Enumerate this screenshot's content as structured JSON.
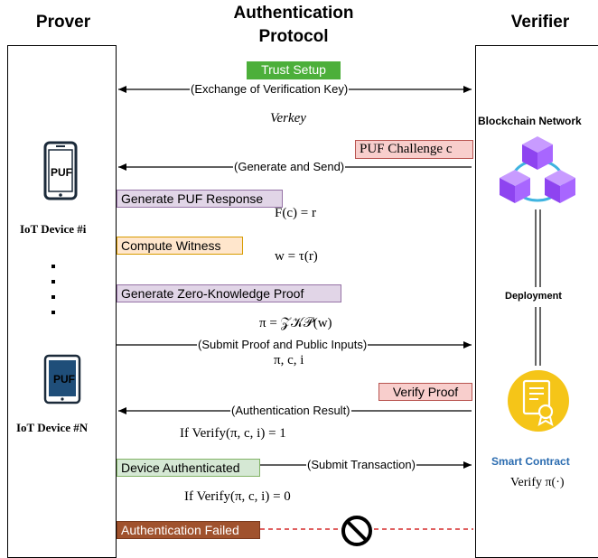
{
  "headers": {
    "prover": "Prover",
    "protocol_line1": "Authentication",
    "protocol_line2": "Protocol",
    "verifier": "Verifier"
  },
  "steps": {
    "trust_setup": "Trust Setup",
    "exchange_key": "(Exchange of Verification Key)",
    "verkey": "Verkey",
    "puf_challenge": "PUF Challenge c",
    "generate_send": "(Generate and Send)",
    "gen_puf_response": "Generate PUF Response",
    "f_c_eq_r": "F(c) = r",
    "compute_witness": "Compute Witness",
    "w_eq_tau": "w = τ(r)",
    "gen_zkp": "Generate Zero-Knowledge Proof",
    "pi_eq_zkp": "π = 𝒵𝒦𝒫(w)",
    "submit_proof": "(Submit Proof and Public Inputs)",
    "pi_c_i": "π, c, i",
    "verify_proof": "Verify Proof",
    "auth_result": "(Authentication Result)",
    "if_verify_1": "If Verify(π, c, i) = 1",
    "device_authenticated": "Device Authenticated",
    "submit_transaction": "(Submit Transaction)",
    "if_verify_0": "If Verify(π, c, i) = 0",
    "auth_failed": "Authentication Failed"
  },
  "prover_side": {
    "device_i_label": "IoT Device #i",
    "device_n_label": "IoT Device #N",
    "puf_chip_label": "PUF",
    "puf_chip_label_n": "PUF"
  },
  "verifier_side": {
    "blockchain_label": "Blockchain Network",
    "deployment_label": "Deployment",
    "smart_contract_label": "Smart Contract",
    "verify_func": "Verify π(·)"
  },
  "colors": {
    "trust_setup_bg": "#4caf3a",
    "trust_setup_text": "#ffffff",
    "challenge_bg": "#f8cecc",
    "challenge_border": "#b85450",
    "purple_bg": "#e1d5e7",
    "purple_border": "#9673a6",
    "orange_bg": "#ffe6cc",
    "orange_border": "#d79b00",
    "green_bg": "#d5e8d4",
    "green_border": "#82b366",
    "failed_bg": "#a0522d",
    "failed_text": "#ffffff",
    "failed_line": "#cc0000",
    "cube": "#9b59f6",
    "contract": "#f5c518",
    "smart_contract_text": "#2b6cb0",
    "device_n_screen": "#1f4e79"
  },
  "icons": {
    "phone": "smartphone-icon",
    "tablet": "tablet-icon",
    "blockchain": "blockchain-cubes-icon",
    "contract": "certificate-contract-icon",
    "prohibited": "prohibited-icon"
  }
}
